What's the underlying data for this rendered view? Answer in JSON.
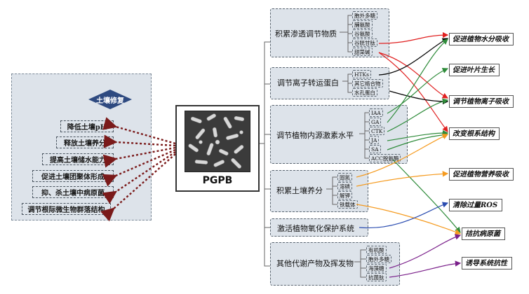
{
  "soil_repair": {
    "title": "土壤修复",
    "items": [
      "降低土壤pH",
      "释放土壤养分",
      "提高土壤储水能力",
      "促进土壤团聚体形成",
      "抑、杀土壤中病原菌",
      "调节根际微生物群落结构"
    ]
  },
  "center": {
    "label": "PGPB"
  },
  "mechanisms": [
    {
      "title": "积累渗透调节物质",
      "subs": [
        "胞外多糖",
        "脯氨酸",
        "谷氨酸",
        "谷胱甘肽",
        "甜菜碱"
      ]
    },
    {
      "title": "调节离子转运蛋白",
      "subs": [
        "HTKs",
        "其它络合物",
        "水孔蛋白"
      ]
    },
    {
      "title": "调节植物内源激素水平",
      "subs": [
        "IAA",
        "GA",
        "CTK",
        "JA",
        "SA",
        "ACC脱氨酶"
      ]
    },
    {
      "title": "积累土壤养分",
      "subs": [
        "固氮",
        "溶磷",
        "解钾",
        "铁载体"
      ]
    },
    {
      "title": "激活植物氧化保护系统",
      "subs": []
    },
    {
      "title": "其他代谢产物及挥发物",
      "subs": [
        "有机酸",
        "胞外多糖",
        "海藻糖",
        "抗菌肽"
      ]
    }
  ],
  "effects": [
    "促进植物水分吸收",
    "促进叶片生长",
    "调节植物离子吸收",
    "改变根系结构",
    "促进植物营养吸收",
    "清除过量ROS",
    "拮抗病原菌",
    "诱导系统抗性"
  ],
  "colors": {
    "green": "#2e8b3a",
    "red": "#e02020",
    "black": "#000000",
    "orange": "#f59a1e",
    "blue": "#2a4cb0",
    "purple": "#7a1f8a",
    "brown": "#7a1a1a",
    "navy": "#2e4a80"
  }
}
